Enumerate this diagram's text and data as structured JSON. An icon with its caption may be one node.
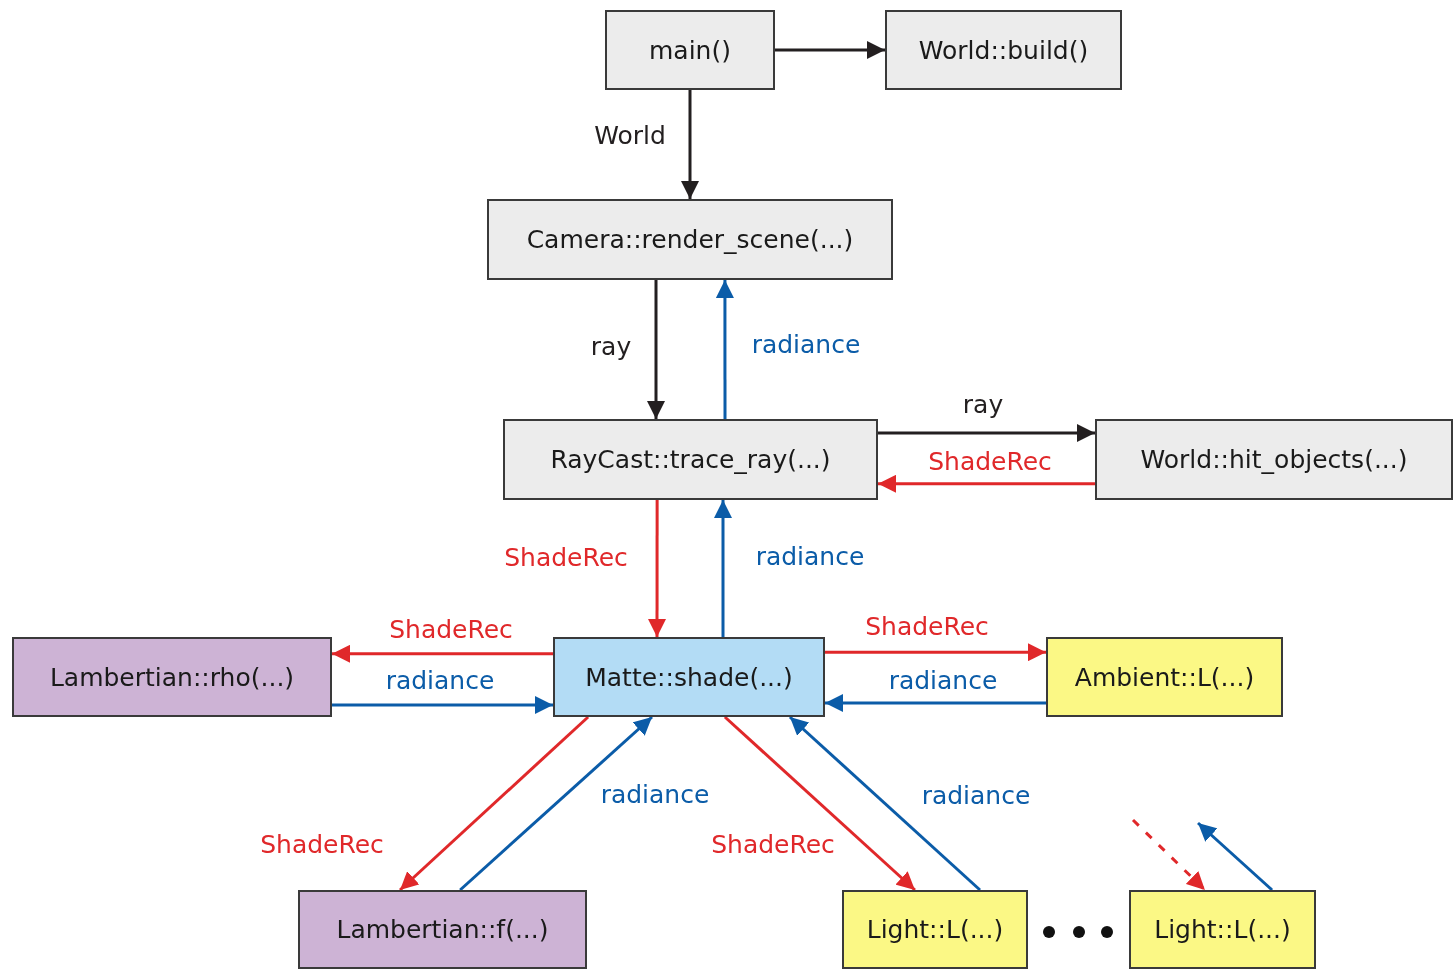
{
  "diagram": {
    "nodes": [
      {
        "text": [
          "main()"
        ]
      },
      {
        "text": [
          "World::build()"
        ]
      },
      {
        "text": [
          "Camera::render_scene(...)"
        ]
      },
      {
        "text": [
          "RayCast::trace_ray(...)"
        ]
      },
      {
        "text": [
          "World::hit_objects(...)"
        ]
      },
      {
        "text": [
          "Lambertian::rho(...)"
        ]
      },
      {
        "text": [
          "Matte::shade(...)"
        ]
      },
      {
        "text": [
          "Ambient::L(...)"
        ]
      },
      {
        "text": [
          "Lambertian::f(...)"
        ]
      },
      {
        "text": [
          "Light::L(...)"
        ]
      },
      {
        "text": [
          "Light::L(...)"
        ]
      }
    ],
    "edges": [
      {
        "from": 0,
        "to": 1,
        "arrow": "to",
        "color": "#231f20"
      },
      {
        "from": 0,
        "to": 2,
        "arrow": "to",
        "label": "World",
        "color": "#231f20"
      },
      {
        "from": 2,
        "to": 3,
        "arrow": "to",
        "label": "ray",
        "color": "#231f20"
      },
      {
        "from": 3,
        "to": 2,
        "arrow": "to",
        "label": "radiance",
        "color": "#0b5ca8"
      },
      {
        "from": 3,
        "to": 4,
        "arrow": "to",
        "label": "ray",
        "color": "#231f20"
      },
      {
        "from": 4,
        "to": 3,
        "arrow": "to",
        "label": "ShadeRec",
        "color": "#e0282a"
      },
      {
        "from": 3,
        "to": 6,
        "arrow": "to",
        "label": "ShadeRec",
        "color": "#e0282a"
      },
      {
        "from": 6,
        "to": 3,
        "arrow": "to",
        "label": "radiance",
        "color": "#0b5ca8"
      },
      {
        "from": 6,
        "to": 5,
        "arrow": "to",
        "label": "ShadeRec",
        "color": "#e0282a"
      },
      {
        "from": 5,
        "to": 6,
        "arrow": "to",
        "label": "radiance",
        "color": "#0b5ca8"
      },
      {
        "from": 6,
        "to": 7,
        "arrow": "to",
        "label": "ShadeRec",
        "color": "#e0282a"
      },
      {
        "from": 7,
        "to": 6,
        "arrow": "to",
        "label": "radiance",
        "color": "#0b5ca8"
      },
      {
        "from": 6,
        "to": 8,
        "arrow": "to",
        "label": "ShadeRec",
        "color": "#e0282a"
      },
      {
        "from": 8,
        "to": 6,
        "arrow": "to",
        "label": "radiance",
        "color": "#0b5ca8"
      },
      {
        "from": 6,
        "to": 9,
        "arrow": "to",
        "label": "ShadeRec",
        "color": "#e0282a"
      },
      {
        "from": 9,
        "to": 6,
        "arrow": "to",
        "label": "radiance",
        "color": "#0b5ca8"
      },
      {
        "from": null,
        "to": 10,
        "arrow": "to",
        "style": "dashed",
        "color": "#e0282a"
      },
      {
        "from": 10,
        "to": null,
        "arrow": "to",
        "color": "#0b5ca8"
      }
    ]
  }
}
